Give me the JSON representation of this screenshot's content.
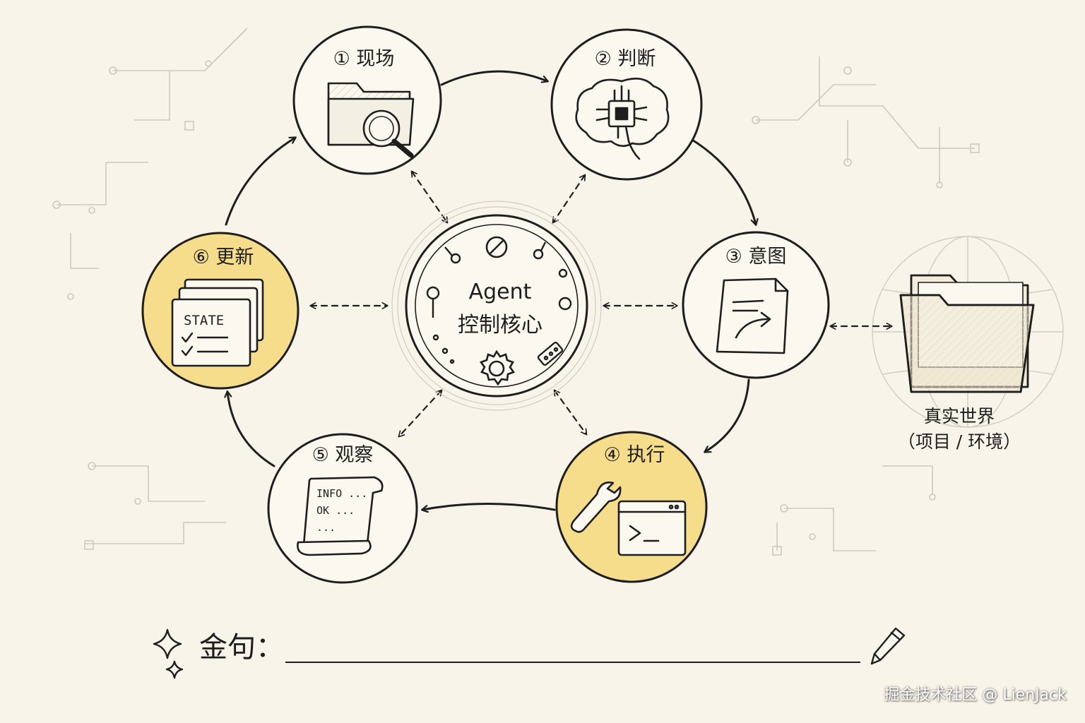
{
  "colors": {
    "background": "#f8f4ea",
    "ink": "#1e1e1e",
    "highlight": "#f6dd8c",
    "circle_fill": "#fbf8ef",
    "circuit": "#c9c6bd"
  },
  "core": {
    "line1": "Agent",
    "line2": "控制核心",
    "icons": [
      "gear-icon",
      "search-icon",
      "prohibited-icon",
      "node-dot-icon",
      "switch-icon"
    ]
  },
  "cycle": [
    {
      "id": "scene",
      "label": "① 现场",
      "icon": "folder-search-icon",
      "highlighted": false
    },
    {
      "id": "judgement",
      "label": "② 判断",
      "icon": "brain-chip-icon",
      "highlighted": false
    },
    {
      "id": "intent",
      "label": "③ 意图",
      "icon": "document-arrow-icon",
      "highlighted": false
    },
    {
      "id": "execute",
      "label": "④ 执行",
      "icon": "wrench-terminal-icon",
      "highlighted": true
    },
    {
      "id": "observe",
      "label": "⑤ 观察",
      "icon": "log-scroll-icon",
      "highlighted": false
    },
    {
      "id": "update",
      "label": "⑥ 更新",
      "icon": "state-cards-icon",
      "highlighted": true
    }
  ],
  "observe_log": [
    "INFO ...",
    "OK ...",
    "..."
  ],
  "update_card": {
    "text": "STATE"
  },
  "terminal_prompt": ">_",
  "world": {
    "label": "真实世界",
    "sublabel": "（项目 / 环境）",
    "icon": "open-folder-icon"
  },
  "quote": {
    "label": "金句："
  },
  "watermark": "掘金技术社区 @ LienJack"
}
